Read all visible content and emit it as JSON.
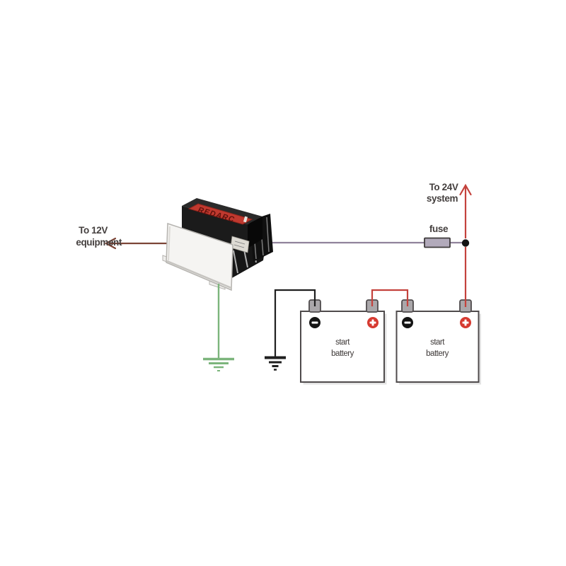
{
  "diagram": {
    "device": {
      "brand": "REDARC"
    },
    "labels": {
      "to_12v": {
        "line1": "To 12V",
        "line2": "equipment"
      },
      "to_24v": {
        "line1": "To 24V",
        "line2": "system"
      },
      "fuse": "fuse"
    },
    "batteries": [
      {
        "line1": "start",
        "line2": "battery"
      },
      {
        "line1": "start",
        "line2": "battery"
      }
    ],
    "colors": {
      "wire_12v_output": "#7c4537",
      "wire_24v_feed": "#90839b",
      "wire_positive": "#c4423c",
      "wire_ground_device": "#7cb57c",
      "wire_ground_battery": "#1f1f1f",
      "fuse_body": "#b2aabb",
      "battery_outline": "#4f4b4c",
      "terminal_fill": "#aaa7aa",
      "badge_negative": "#141414",
      "badge_positive": "#d63a31",
      "device_label_red": "#c0392f",
      "text": "#45403f"
    }
  }
}
